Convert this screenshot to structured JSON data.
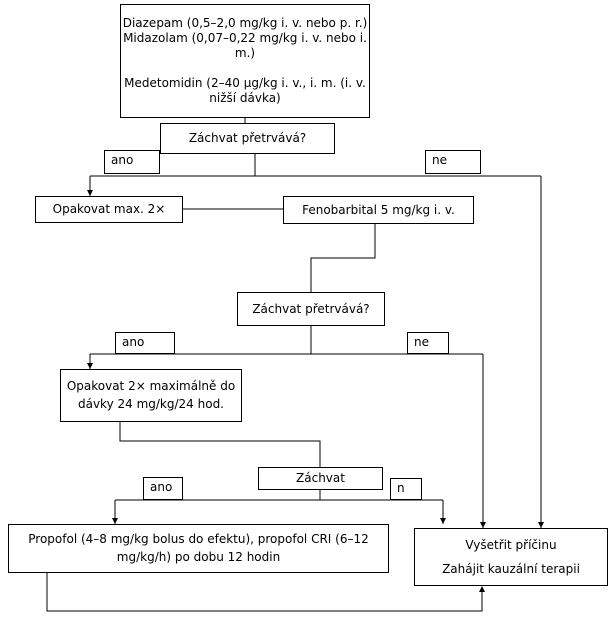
{
  "start": {
    "lines": [
      "Diazepam (0,5–2,0 mg/kg i. v. nebo p. r.)",
      "Midazolam (0,07–0,22 mg/kg i. v. nebo i.",
      "m.)",
      "",
      "Medetomidin (2–40 µg/kg i. v., i. m. (i. v.",
      "nižší dávka)"
    ]
  },
  "question1": "Záchvat přetrvává?",
  "repeat1": "Opakovat max. 2×",
  "phenobarbital": "Fenobarbital 5 mg/kg i. v.",
  "question2": "Záchvat přetrvává?",
  "repeat2": {
    "lines": [
      "Opakovat 2× maximálně do",
      "dávky 24 mg/kg/24 hod."
    ]
  },
  "question3": "Záchvat",
  "propofol": {
    "lines": [
      "Propofol (4–8 mg/kg bolus do efektu), propofol CRI (6–12",
      "mg/kg/h) po dobu 12 hodin"
    ]
  },
  "cause": {
    "lines": [
      "Vyšetřit příčinu",
      "",
      "Zahájit kauzální terapii"
    ]
  },
  "labels": {
    "yes1": "ano",
    "no1": "ne",
    "yes2": "ano",
    "no2": "ne",
    "yes3": "ano",
    "no3": "n"
  }
}
